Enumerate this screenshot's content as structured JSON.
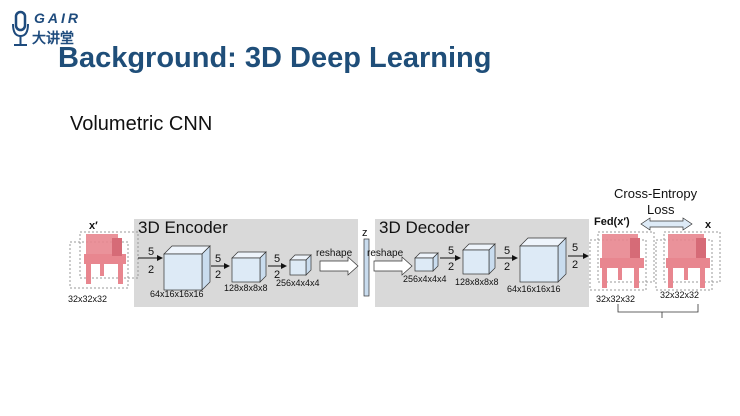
{
  "logo": {
    "top": "GAIR",
    "bottom": "大讲堂"
  },
  "slide": {
    "title": "Background: 3D Deep Learning",
    "subtitle": "Volumetric CNN"
  },
  "diagram": {
    "input_label": "x′",
    "input_size": "32x32x32",
    "encoder_label": "3D Encoder",
    "decoder_label": "3D Decoder",
    "z_label": "z",
    "reshape_label": "reshape",
    "kernel": "5",
    "stride": "2",
    "enc_sizes": [
      "64x16x16x16",
      "128x8x8x8",
      "256x4x4x4"
    ],
    "dec_sizes": [
      "256x4x4x4",
      "128x8x8x8",
      "64x16x16x16"
    ],
    "output_pred_label": "Fed(x′)",
    "output_pred_size": "32x32x32",
    "output_gt_label": "x",
    "output_gt_size": "32x32x32",
    "loss_line1": "Cross-Entropy",
    "loss_line2": "Loss"
  },
  "colors": {
    "title": "#1f4e79",
    "panel": "#d9d9d9",
    "cube_fill": "#ddeaf6",
    "chair": "#e8868f"
  }
}
